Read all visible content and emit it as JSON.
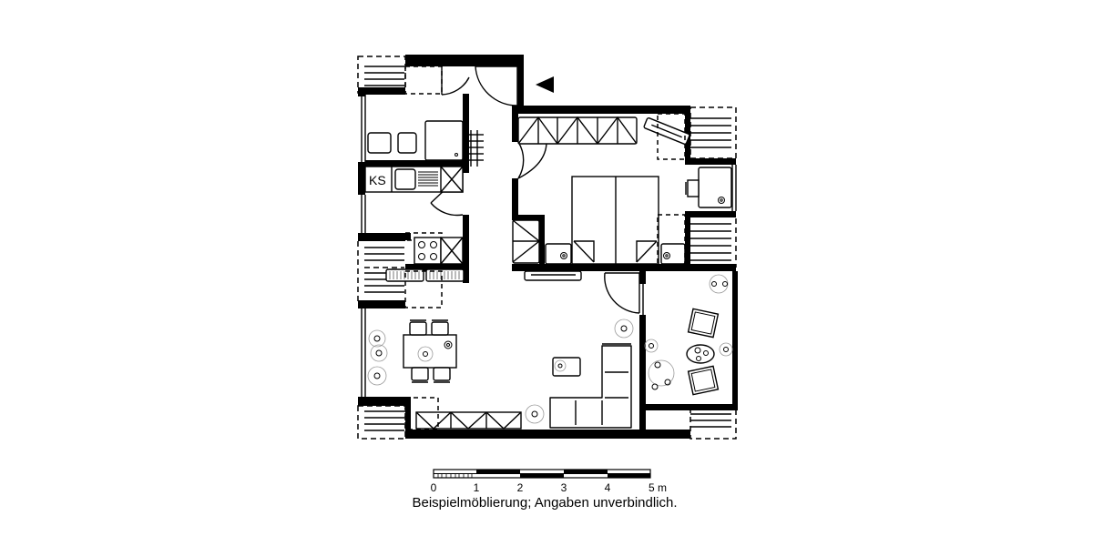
{
  "floorplan": {
    "kitchen_label": "KS",
    "entrance_marker": "entrance-arrow",
    "rooms": [
      "kitchen",
      "bathroom",
      "hallway",
      "bedroom",
      "living-dining",
      "study"
    ]
  },
  "scale_bar": {
    "ticks": [
      "0",
      "1",
      "2",
      "3",
      "4",
      "5 m"
    ],
    "unit": "m"
  },
  "caption": "Beispielmöblierung; Angaben unverbindlich.",
  "colors": {
    "line": "#000000",
    "background": "#ffffff",
    "plant": "#999999"
  }
}
